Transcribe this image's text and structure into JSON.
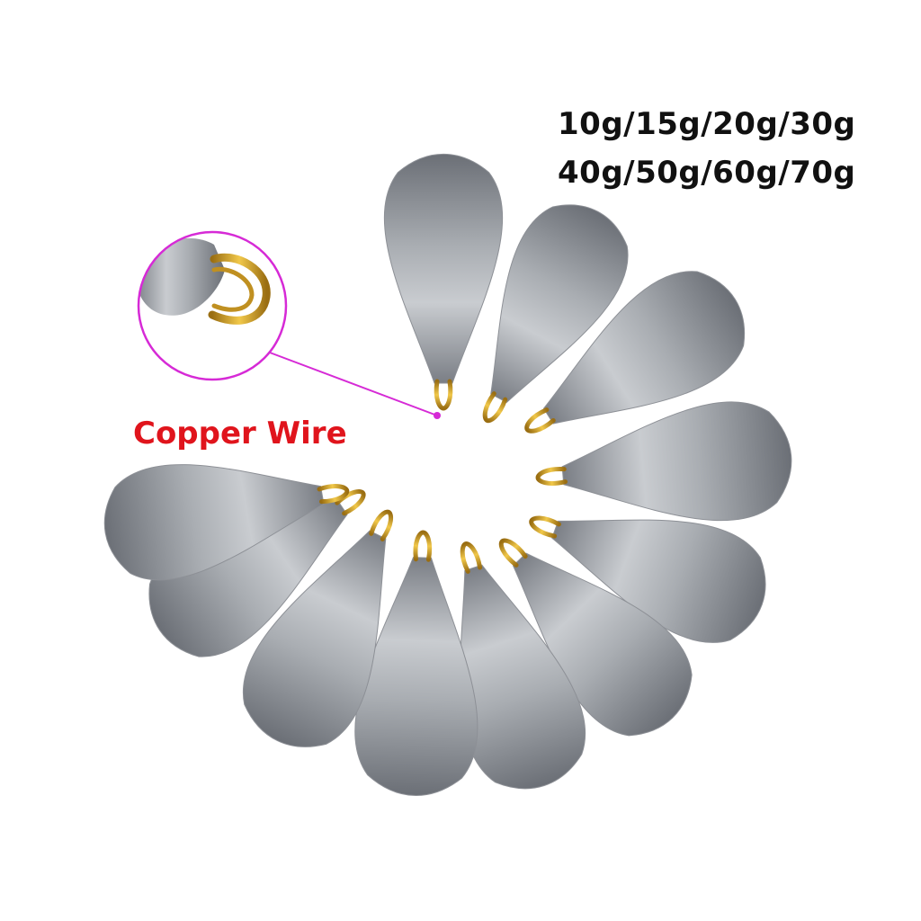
{
  "sizes": {
    "line1": "10g/15g/20g/30g",
    "line2": "40g/50g/60g/70g"
  },
  "callout": {
    "label": "Copper Wire",
    "label_color": "#e0141c",
    "ring_color": "#d62ad6"
  },
  "colors": {
    "lead": "#a9adb2",
    "lead_shadow": "#6f737a",
    "copper": "#d4a52a"
  },
  "product": {
    "sinker_count": 11
  }
}
